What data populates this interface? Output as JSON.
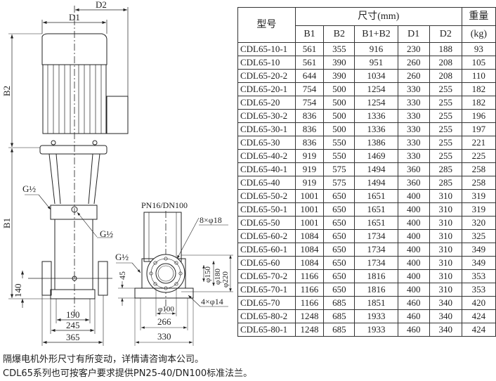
{
  "drawing": {
    "front_view": {
      "labels": {
        "d1": "D1",
        "d2": "D2",
        "b1": "B1",
        "b2": "B2",
        "g_top": "G½",
        "g_mid": "G½",
        "dim_140": "140",
        "dim_190": "190",
        "dim_245": "245",
        "dim_365": "365"
      }
    },
    "side_view": {
      "labels": {
        "flange_spec": "PN16/DN100",
        "bolt_holes": "8×φ18",
        "phi150": "φ150",
        "phi180": "φ180",
        "phi220": "φ220",
        "g_side": "G½",
        "dim_45": "45",
        "base_holes": "4×φ14",
        "phi100": "φ100",
        "dim_266": "266",
        "dim_330": "330"
      }
    }
  },
  "table": {
    "model_header": "型号",
    "dim_header": "尺寸(mm)",
    "weight_header": "重量",
    "weight_unit": "(kg)",
    "columns": [
      "B1",
      "B2",
      "B1+B2",
      "D1",
      "D2"
    ],
    "rows": [
      [
        "CDL65-10-1",
        "561",
        "355",
        "916",
        "230",
        "188",
        "93"
      ],
      [
        "CDL65-10",
        "561",
        "390",
        "951",
        "260",
        "208",
        "105"
      ],
      [
        "CDL65-20-2",
        "644",
        "390",
        "1034",
        "260",
        "208",
        "110"
      ],
      [
        "CDL65-20-1",
        "754",
        "500",
        "1254",
        "330",
        "255",
        "182"
      ],
      [
        "CDL65-20",
        "754",
        "500",
        "1254",
        "330",
        "255",
        "182"
      ],
      [
        "CDL65-30-2",
        "836",
        "500",
        "1336",
        "330",
        "255",
        "196"
      ],
      [
        "CDL65-30-1",
        "836",
        "500",
        "1336",
        "330",
        "255",
        "197"
      ],
      [
        "CDL65-30",
        "836",
        "550",
        "1386",
        "330",
        "255",
        "221"
      ],
      [
        "CDL65-40-2",
        "919",
        "550",
        "1469",
        "330",
        "255",
        "225"
      ],
      [
        "CDL65-40-1",
        "919",
        "575",
        "1494",
        "360",
        "285",
        "258"
      ],
      [
        "CDL65-40",
        "919",
        "575",
        "1494",
        "360",
        "285",
        "258"
      ],
      [
        "CDL65-50-2",
        "1001",
        "650",
        "1651",
        "400",
        "310",
        "319"
      ],
      [
        "CDL65-50-1",
        "1001",
        "650",
        "1651",
        "400",
        "310",
        "319"
      ],
      [
        "CDL65-50",
        "1001",
        "650",
        "1651",
        "400",
        "310",
        "320"
      ],
      [
        "CDL65-60-2",
        "1084",
        "650",
        "1734",
        "400",
        "310",
        "325"
      ],
      [
        "CDL65-60-1",
        "1084",
        "650",
        "1734",
        "400",
        "310",
        "349"
      ],
      [
        "CDL65-60",
        "1084",
        "650",
        "1734",
        "400",
        "310",
        "349"
      ],
      [
        "CDL65-70-2",
        "1166",
        "650",
        "1816",
        "400",
        "310",
        "353"
      ],
      [
        "CDL65-70-1",
        "1166",
        "650",
        "1816",
        "400",
        "310",
        "353"
      ],
      [
        "CDL65-70",
        "1166",
        "685",
        "1851",
        "460",
        "340",
        "420"
      ],
      [
        "CDL65-80-2",
        "1248",
        "685",
        "1933",
        "460",
        "340",
        "424"
      ],
      [
        "CDL65-80-1",
        "1248",
        "685",
        "1933",
        "460",
        "340",
        "424"
      ]
    ]
  },
  "notes": [
    "隔爆电机外形尺寸有所变动，详情请咨询本公司。",
    "CDL65系列也可按客户要求提供PN25-40/DN100标准法兰。"
  ]
}
